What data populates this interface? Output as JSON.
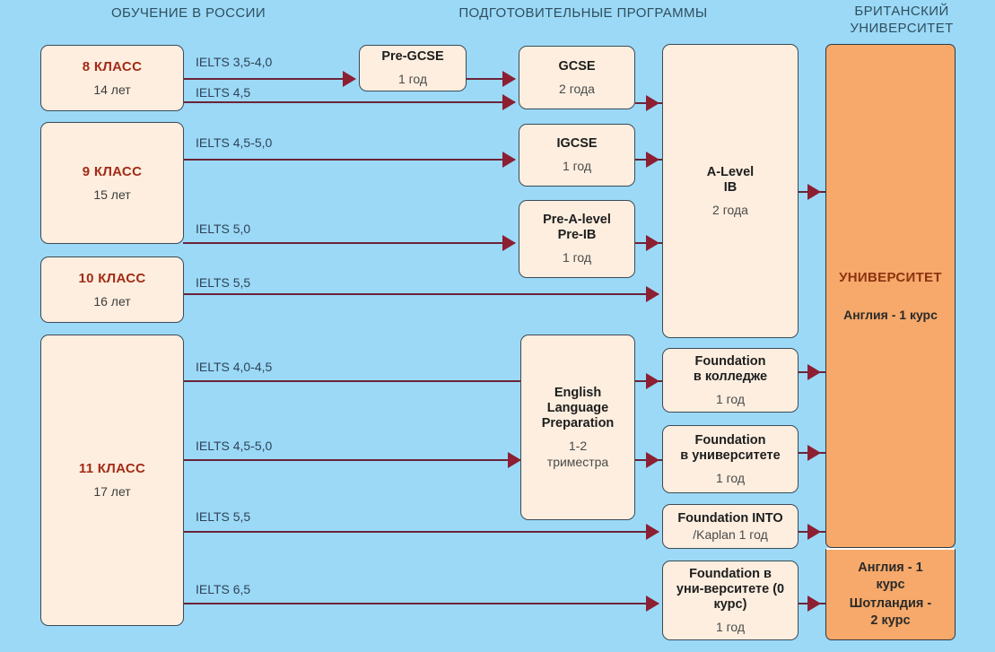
{
  "headers": [
    {
      "text": "ОБУЧЕНИЕ В РОССИИ"
    },
    {
      "text": "ПОДГОТОВИТЕЛЬНЫЕ ПРОГРАММЫ"
    },
    {
      "text": "БРИТАНСКИЙ\nУНИВЕРСИТЕТ"
    }
  ],
  "school": [
    {
      "title": "8 КЛАСС",
      "age": "14 лет"
    },
    {
      "title": "9 КЛАСС",
      "age": "15 лет"
    },
    {
      "title": "10 КЛАСС",
      "age": "16 лет"
    },
    {
      "title": "11 КЛАСС",
      "age": "17 лет"
    }
  ],
  "programs": {
    "pre_gcse": {
      "title": "Pre-GCSE",
      "duration": "1 год"
    },
    "gcse": {
      "title": "GCSE",
      "duration": "2 года"
    },
    "igcse": {
      "title": "IGCSE",
      "duration": "1 год"
    },
    "pre_a_level": {
      "title": "Pre-A-level\nPre-IB",
      "duration": "1 год"
    },
    "a_level_ib": {
      "title": "A-Level\nIB",
      "duration": "2 года"
    },
    "elp": {
      "title": "English\nLanguage\nPreparation",
      "duration": "1-2\nтриместра"
    },
    "found_college": {
      "title": "Foundation\nв колледже",
      "duration": "1 год"
    },
    "found_uni": {
      "title": "Foundation\nв университете",
      "duration": "1 год"
    },
    "found_into": {
      "title": "Foundation INTO",
      "duration": "/Kaplan 1 год"
    },
    "found_uni0": {
      "title": "Foundation в\nуни-верситете (0\nкурс)",
      "duration": "1 год"
    }
  },
  "university": {
    "main": {
      "title": "УНИВЕРСИТЕТ",
      "detail": "Англия - 1 курс"
    },
    "bottom": {
      "line1": "Англия - 1\nкурс",
      "line2": "Шотландия -\n2 курс"
    }
  },
  "edges": [
    {
      "label": "IELTS 3,5-4,0"
    },
    {
      "label": "IELTS 4,5"
    },
    {
      "label": "IELTS 4,5-5,0"
    },
    {
      "label": "IELTS 5,0"
    },
    {
      "label": "IELTS 5,5"
    },
    {
      "label": "IELTS 4,0-4,5"
    },
    {
      "label": "IELTS 4,5-5,0"
    },
    {
      "label": "IELTS 5,5"
    },
    {
      "label": "IELTS 6,5"
    }
  ],
  "colors": {
    "background": "#9bd9f7",
    "node_fill": "#fdeedf",
    "node_border": "#3c4a57",
    "uni_fill": "#f6a96a",
    "school_title": "#a32b16",
    "connector": "#6b2338",
    "arrow": "#8c1f32",
    "header_text": "#2f4f5e"
  }
}
